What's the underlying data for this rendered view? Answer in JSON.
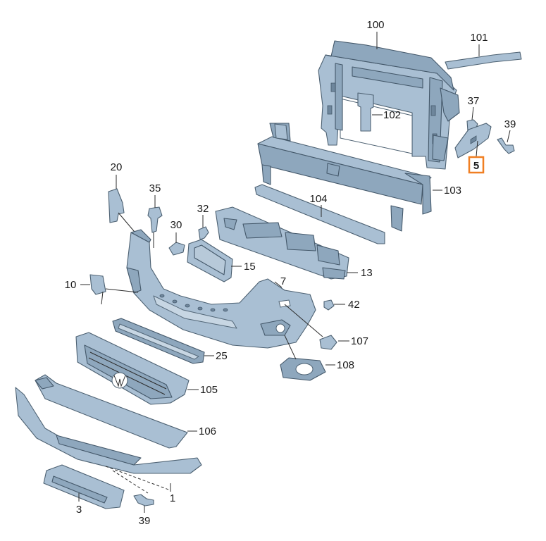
{
  "callouts": {
    "c100": "100",
    "c101": "101",
    "c102": "102",
    "c37": "37",
    "c39a": "39",
    "c5": "5",
    "c103": "103",
    "c104": "104",
    "c20": "20",
    "c35": "35",
    "c32": "32",
    "c30": "30",
    "c15": "15",
    "c13": "13",
    "c7": "7",
    "c10": "10",
    "c42": "42",
    "c107": "107",
    "c25": "25",
    "c108": "108",
    "c105": "105",
    "c106": "106",
    "c1": "1",
    "c3": "3",
    "c39b": "39"
  },
  "highlight": {
    "part": "5",
    "color": "#f07f22"
  },
  "colors": {
    "part_fill": "#a9bfd3",
    "part_stroke": "#4d6172",
    "background": "#ffffff"
  }
}
